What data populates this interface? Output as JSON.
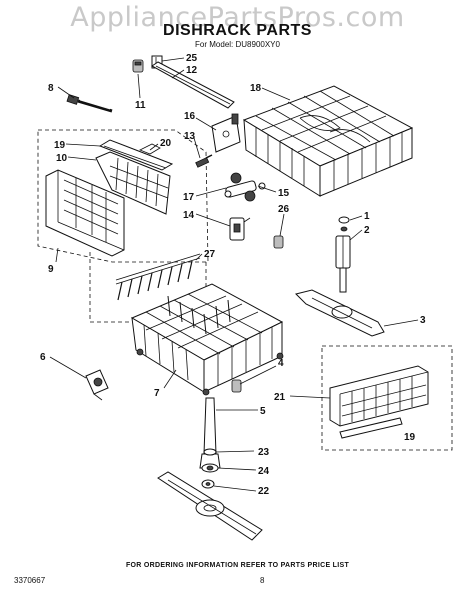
{
  "watermark": "AppliancePartsPros.com",
  "title": "DISHRACK PARTS",
  "subtitle": "For Model: DU8900XY0",
  "footer_note": "FOR ORDERING INFORMATION REFER TO PARTS PRICE LIST",
  "doc_number": "3370667",
  "page_number": "8",
  "callouts": [
    "25",
    "12",
    "8",
    "11",
    "18",
    "16",
    "13",
    "19",
    "20",
    "10",
    "17",
    "15",
    "14",
    "26",
    "9",
    "27",
    "1",
    "2",
    "3",
    "6",
    "4",
    "7",
    "21",
    "5",
    "19",
    "23",
    "24",
    "22"
  ]
}
